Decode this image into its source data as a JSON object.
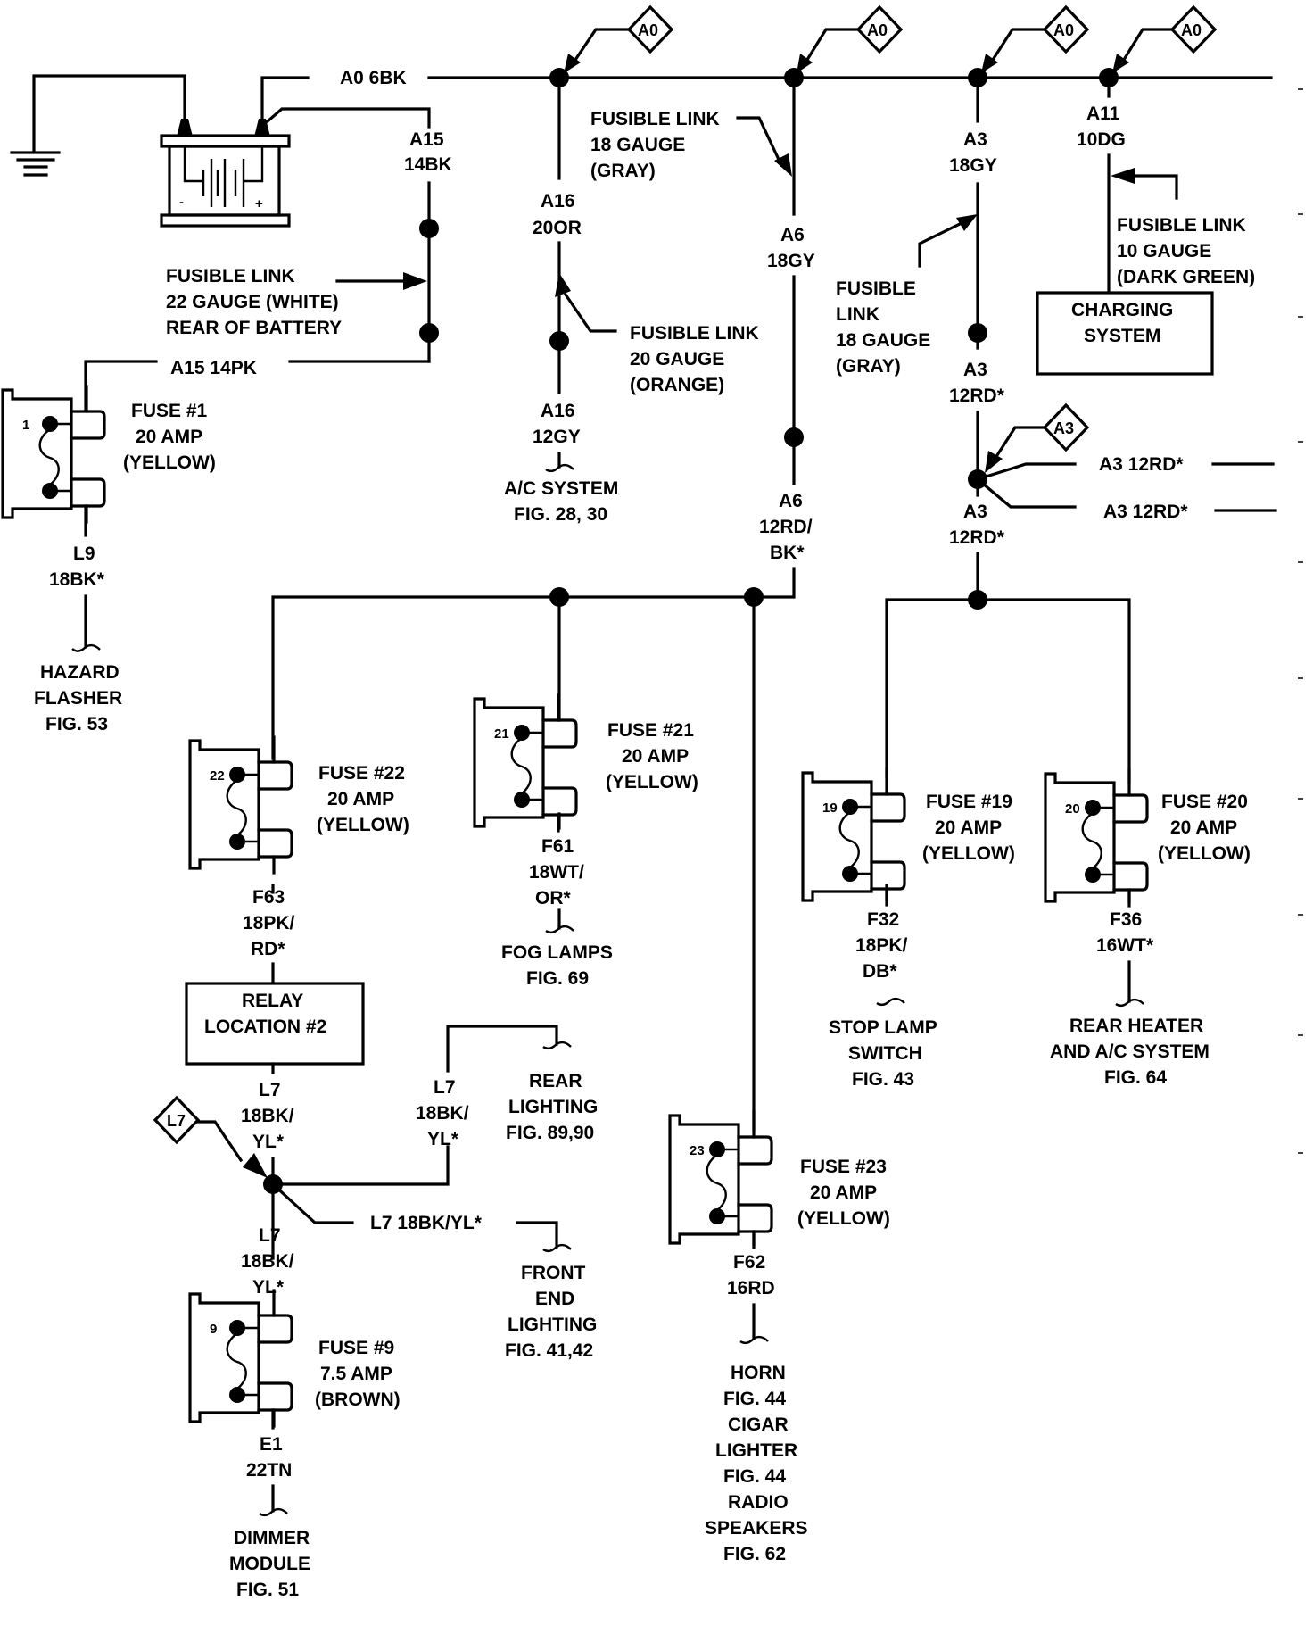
{
  "diagram": {
    "title": "Power distribution / fuse wiring schematic",
    "bus_label": "A0 6BK",
    "connectors": {
      "a0": "A0",
      "a3": "A3",
      "l7": "L7"
    },
    "battery": {
      "neg_label": "-",
      "pos_label": "+"
    },
    "wires": {
      "a15_circuit": "A15",
      "a15_gauge": "14BK",
      "a15_pk": "A15 14PK",
      "a16_top_circuit": "A16",
      "a16_top_gauge": "20OR",
      "a16_bottom_circuit": "A16",
      "a16_bottom_gauge": "12GY",
      "a6_top_circuit": "A6",
      "a6_top_gauge": "18GY",
      "a6_bottom_circuit": "A6",
      "a6_bottom_gauge_1": "12RD/",
      "a6_bottom_gauge_2": "BK*",
      "a3_top_circuit": "A3",
      "a3_top_gauge": "18GY",
      "a3_mid_circuit": "A3",
      "a3_mid_gauge": "12RD*",
      "a3_branch_1": "A3 12RD*",
      "a3_branch_2": "A3 12RD*",
      "a3_low_circuit": "A3",
      "a3_low_gauge": "12RD*",
      "a11_circuit": "A11",
      "a11_gauge": "10DG",
      "l9_circuit": "L9",
      "l9_gauge": "18BK*",
      "f63_circuit": "F63",
      "f63_gauge_1": "18PK/",
      "f63_gauge_2": "RD*",
      "f61_circuit": "F61",
      "f61_gauge_1": "18WT/",
      "f61_gauge_2": "OR*",
      "f32_circuit": "F32",
      "f32_gauge_1": "18PK/",
      "f32_gauge_2": "DB*",
      "f36_circuit": "F36",
      "f36_gauge": "16WT*",
      "f62_circuit": "F62",
      "f62_gauge": "16RD",
      "l7_a_circuit": "L7",
      "l7_a_gauge_1": "18BK/",
      "l7_a_gauge_2": "YL*",
      "l7_b_circuit": "L7",
      "l7_b_gauge_1": "18BK/",
      "l7_b_gauge_2": "YL*",
      "l7_c_circuit": "L7",
      "l7_c_gauge_1": "18BK/",
      "l7_c_gauge_2": "YL*",
      "l7_front": "L7 18BK/YL*",
      "e1_circuit": "E1",
      "e1_gauge": "22TN"
    },
    "fusible_links": {
      "white": [
        "FUSIBLE LINK",
        "22 GAUGE (WHITE)",
        "REAR OF BATTERY"
      ],
      "orange": [
        "FUSIBLE LINK",
        "20 GAUGE",
        "(ORANGE)"
      ],
      "gray_a6": [
        "FUSIBLE LINK",
        "18 GAUGE",
        "(GRAY)"
      ],
      "gray_a3": [
        "FUSIBLE",
        "LINK",
        "18 GAUGE",
        "(GRAY)"
      ],
      "dark_green": [
        "FUSIBLE LINK",
        "10 GAUGE",
        "(DARK GREEN)"
      ]
    },
    "boxes": {
      "charging": [
        "CHARGING",
        "SYSTEM"
      ],
      "relay": [
        "RELAY",
        "LOCATION #2"
      ]
    },
    "fuses": [
      {
        "id": "1",
        "label": [
          "FUSE #1",
          "20 AMP",
          "(YELLOW)"
        ]
      },
      {
        "id": "22",
        "label": [
          "FUSE #22",
          "20 AMP",
          "(YELLOW)"
        ]
      },
      {
        "id": "21",
        "label": [
          "FUSE #21",
          "20 AMP",
          "(YELLOW)"
        ]
      },
      {
        "id": "19",
        "label": [
          "FUSE #19",
          "20 AMP",
          "(YELLOW)"
        ]
      },
      {
        "id": "20",
        "label": [
          "FUSE #20",
          "20 AMP",
          "(YELLOW)"
        ]
      },
      {
        "id": "23",
        "label": [
          "FUSE #23",
          "20 AMP",
          "(YELLOW)"
        ]
      },
      {
        "id": "9",
        "label": [
          "FUSE #9",
          "7.5 AMP",
          "(BROWN)"
        ]
      }
    ],
    "destinations": {
      "hazard": [
        "HAZARD",
        "FLASHER",
        "FIG. 53"
      ],
      "ac": [
        "A/C SYSTEM",
        "FIG. 28, 30"
      ],
      "fog": [
        "FOG LAMPS",
        "FIG. 69"
      ],
      "stop": [
        "STOP LAMP",
        "SWITCH",
        "FIG. 43"
      ],
      "rear_heater": [
        "REAR HEATER",
        "AND A/C SYSTEM",
        "FIG. 64"
      ],
      "rear_lighting": [
        "REAR",
        "LIGHTING",
        "FIG. 89,90"
      ],
      "front_lighting": [
        "FRONT",
        "END",
        "LIGHTING",
        "FIG. 41,42"
      ],
      "horn": [
        "HORN",
        "FIG. 44",
        "CIGAR",
        "LIGHTER",
        "FIG. 44",
        "RADIO",
        "SPEAKERS",
        "FIG. 62"
      ],
      "dimmer": [
        "DIMMER",
        "MODULE",
        "FIG. 51"
      ]
    }
  }
}
